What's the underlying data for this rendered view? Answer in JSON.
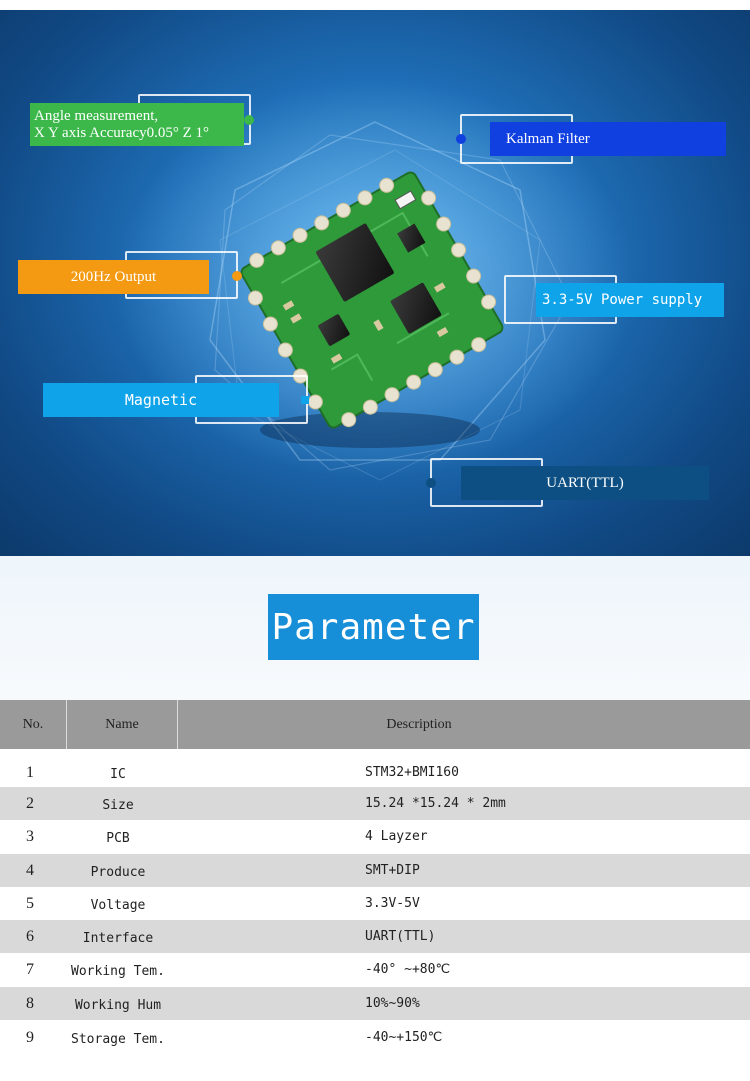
{
  "hero": {
    "callouts": {
      "angle": {
        "line1": "Angle measurement,",
        "line2": "X Y axis Accuracy0.05° Z 1°",
        "color": "#3cb84a"
      },
      "kalman": {
        "text": "Kalman Filter",
        "color": "#1140e0"
      },
      "output": {
        "text": "200Hz Output",
        "color": "#f39a12"
      },
      "power": {
        "text": "3.3-5V Power supply",
        "color": "#0fa3ea"
      },
      "magnetic": {
        "text": "Magnetic",
        "color": "#0fa3ea"
      },
      "uart": {
        "text": "UART(TTL)",
        "color": "#0d4f82"
      }
    },
    "icon": "pcb-module-image"
  },
  "parameter_title": "Parameter",
  "table": {
    "headers": {
      "no": "No.",
      "name": "Name",
      "description": "Description"
    },
    "rows": [
      {
        "no": "1",
        "name": "IC",
        "desc": "STM32+BMI160"
      },
      {
        "no": "2",
        "name": "Size",
        "desc": "15.24 *15.24 * 2mm"
      },
      {
        "no": "3",
        "name": "PCB",
        "desc": "4 Layzer"
      },
      {
        "no": "4",
        "name": "Produce",
        "desc": "SMT+DIP"
      },
      {
        "no": "5",
        "name": "Voltage",
        "desc": "3.3V-5V"
      },
      {
        "no": "6",
        "name": "Interface",
        "desc": "UART(TTL)"
      },
      {
        "no": "7",
        "name": "Working Tem.",
        "desc": "-40° ~+80℃"
      },
      {
        "no": "8",
        "name": "Working Hum",
        "desc": "10%~90%"
      },
      {
        "no": "9",
        "name": "Storage Tem.",
        "desc": "-40~+150℃"
      }
    ]
  }
}
